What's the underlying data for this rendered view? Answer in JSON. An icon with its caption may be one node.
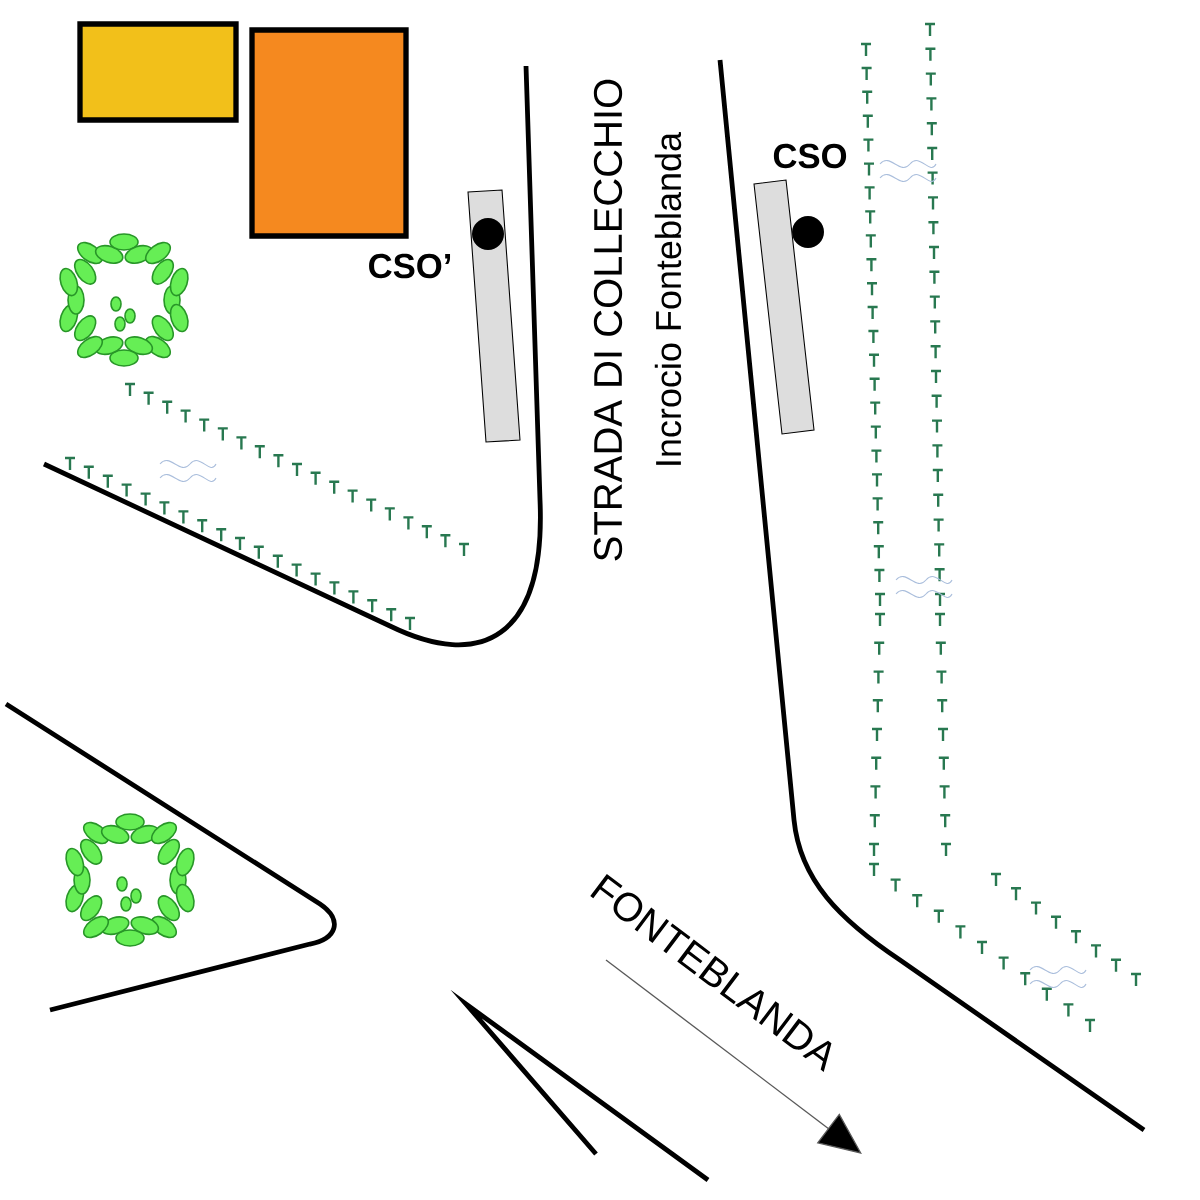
{
  "diagram": {
    "labels": [
      "STRADA DI COLLECCHIO",
      "Incrocio Fonteblanda",
      "CSO",
      "CSO’",
      "FONTEBLANDA"
    ]
  }
}
